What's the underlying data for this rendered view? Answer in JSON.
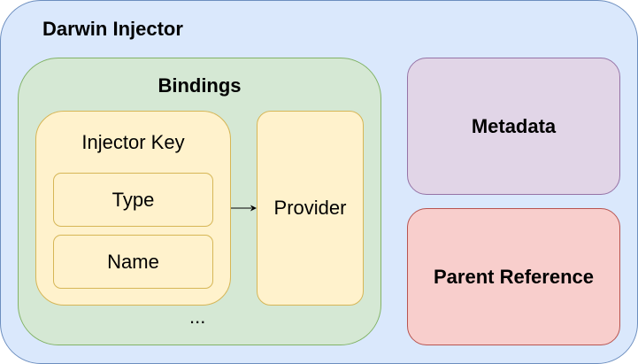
{
  "colors": {
    "outer_fill": "#dae8fc",
    "outer_stroke": "#6c8ebf",
    "bindings_fill": "#d5e8d4",
    "bindings_stroke": "#82b366",
    "key_fill": "#fff2cc",
    "key_stroke": "#d6b656",
    "metadata_fill": "#e1d5e7",
    "metadata_stroke": "#9673a6",
    "parent_fill": "#f8cecc",
    "parent_stroke": "#b85450",
    "arrow": "#000000"
  },
  "diagram": {
    "title": "Darwin Injector",
    "bindings": {
      "title": "Bindings",
      "injector_key": {
        "title": "Injector Key",
        "fields": [
          "Type",
          "Name"
        ]
      },
      "provider": "Provider",
      "more": "..."
    },
    "metadata": "Metadata",
    "parent_reference": "Parent Reference"
  }
}
